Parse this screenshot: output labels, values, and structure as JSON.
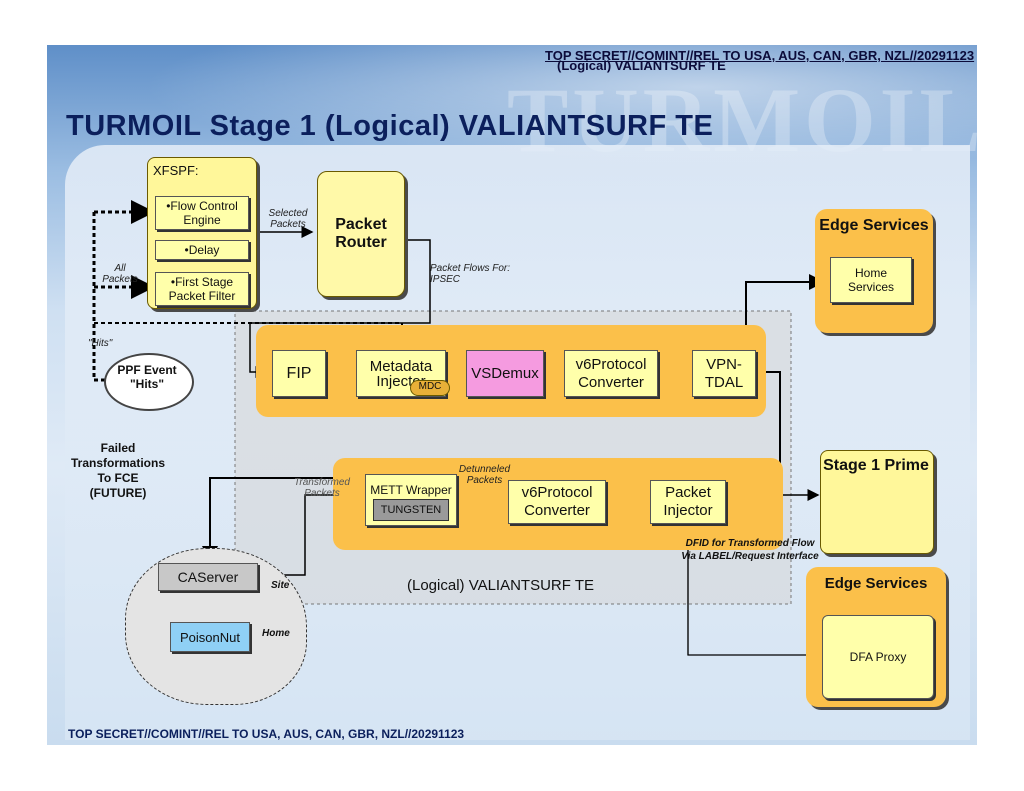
{
  "header": {
    "classification_top": "TOP SECRET//COMINT//REL TO USA, AUS, CAN, GBR, NZL//20291123",
    "classification_top_overlay": "(Logical) VALIANTSURF TE",
    "title": "TURMOIL Stage 1 (Logical) VALIANTSURF TE",
    "background_word": "TURMOIL"
  },
  "xfspf": {
    "label": "XFSPF:",
    "items": [
      "•Flow Control Engine",
      "•Delay",
      "•First Stage Packet Filter"
    ]
  },
  "packet_router": {
    "label": "Packet Router"
  },
  "edge_services_1": {
    "label": "Edge Services",
    "inner": "Home Services"
  },
  "stage1_prime": {
    "label": "Stage 1 Prime"
  },
  "edge_services_2": {
    "label": "Edge Services",
    "inner": "DFA Proxy"
  },
  "top_pipeline": {
    "fip": "FIP",
    "metadata_injector": "Metadata Injector",
    "mdc": "MDC",
    "vsdemux": "VSDemux",
    "v6protocol": "v6Protocol Converter",
    "vpn_tdal": "VPN-TDAL"
  },
  "bottom_pipeline": {
    "mett_wrapper": "METT Wrapper",
    "tungsten": "TUNGSTEN",
    "v6protocol": "v6Protocol Converter",
    "packet_injector": "Packet Injector"
  },
  "labels": {
    "selected_packets": "Selected Packets",
    "all_packets": "All Packets",
    "packet_flows_for": "Packet Flows For: IPSEC",
    "hits": "\"Hits\"",
    "ppf_event": "PPF Event \"Hits\"",
    "failed_transformations": "Failed Transformations To FCE (FUTURE)",
    "transformed_packets": "Transformed Packets",
    "detunneled_packets": "Detunneled Packets",
    "dfid": "DFID for Transformed Flow Via LABEL/Request Interface",
    "logical_te": "(Logical) VALIANTSURF TE",
    "site": "Site",
    "home": "Home"
  },
  "cloud": {
    "caserver": "CAServer",
    "poisonnut": "PoisonNut"
  },
  "footer": {
    "classification": "TOP SECRET//COMINT//REL TO USA, AUS, CAN, GBR, NZL//20291123"
  },
  "colors": {
    "yellow_box": "#fff9a8",
    "orange_region": "#fbc04a",
    "pink_box": "#f59be0",
    "blue_box": "#8fd0f5",
    "title": "#0b1f5c"
  }
}
